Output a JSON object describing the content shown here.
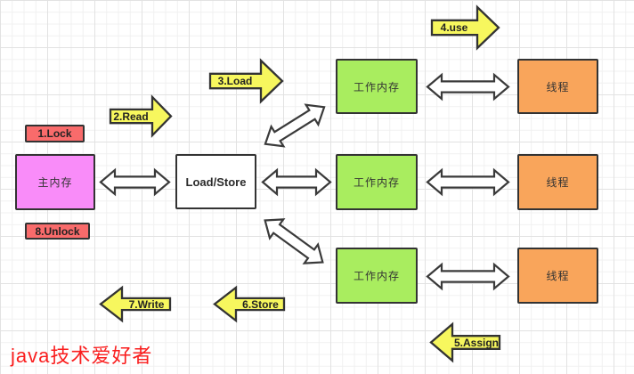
{
  "colors": {
    "main_memory_pink": "#f98cf9",
    "work_memory_green": "#a9ed5f",
    "thread_orange": "#f9a55b",
    "badge_red": "#f96b6b",
    "arrow_yellow": "#f7f75e",
    "outline_dark": "#333333",
    "watermark_red": "#fa1e1e"
  },
  "nodes": {
    "lock": {
      "label": "1.Lock"
    },
    "unlock": {
      "label": "8.Unlock"
    },
    "main_memory": {
      "label": "主内存"
    },
    "load_store": {
      "label": "Load/Store"
    }
  },
  "rows": [
    {
      "work_memory": "工作内存",
      "thread": "线程"
    },
    {
      "work_memory": "工作内存",
      "thread": "线程"
    },
    {
      "work_memory": "工作内存",
      "thread": "线程"
    }
  ],
  "flow_arrows": {
    "read": {
      "label": "2.Read"
    },
    "load": {
      "label": "3.Load"
    },
    "use": {
      "label": "4.use"
    },
    "assign": {
      "label": "5.Assign"
    },
    "store": {
      "label": "6.Store"
    },
    "write": {
      "label": "7.Write"
    }
  },
  "watermark": {
    "text": "java技术爱好者"
  }
}
